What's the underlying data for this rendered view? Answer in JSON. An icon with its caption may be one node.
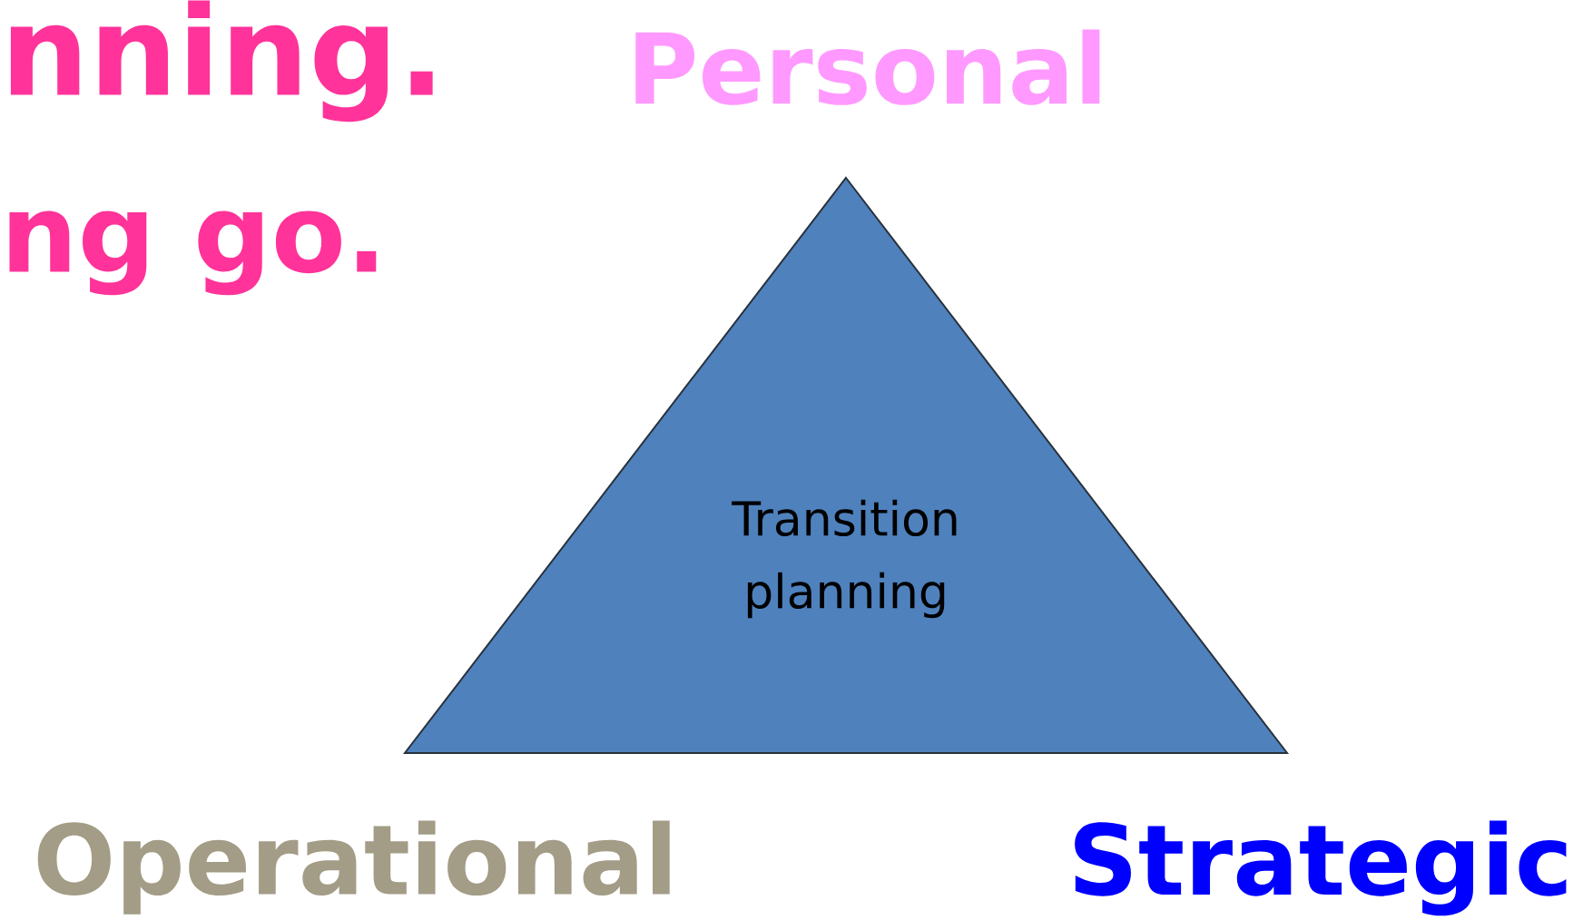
{
  "diagram": {
    "nodes": [
      {
        "text": [
          "Transition planning"
        ],
        "beside": [
          "Personal",
          "Operational",
          "Strategic"
        ]
      }
    ],
    "labels": [
      "nning.",
      "ng go."
    ]
  }
}
